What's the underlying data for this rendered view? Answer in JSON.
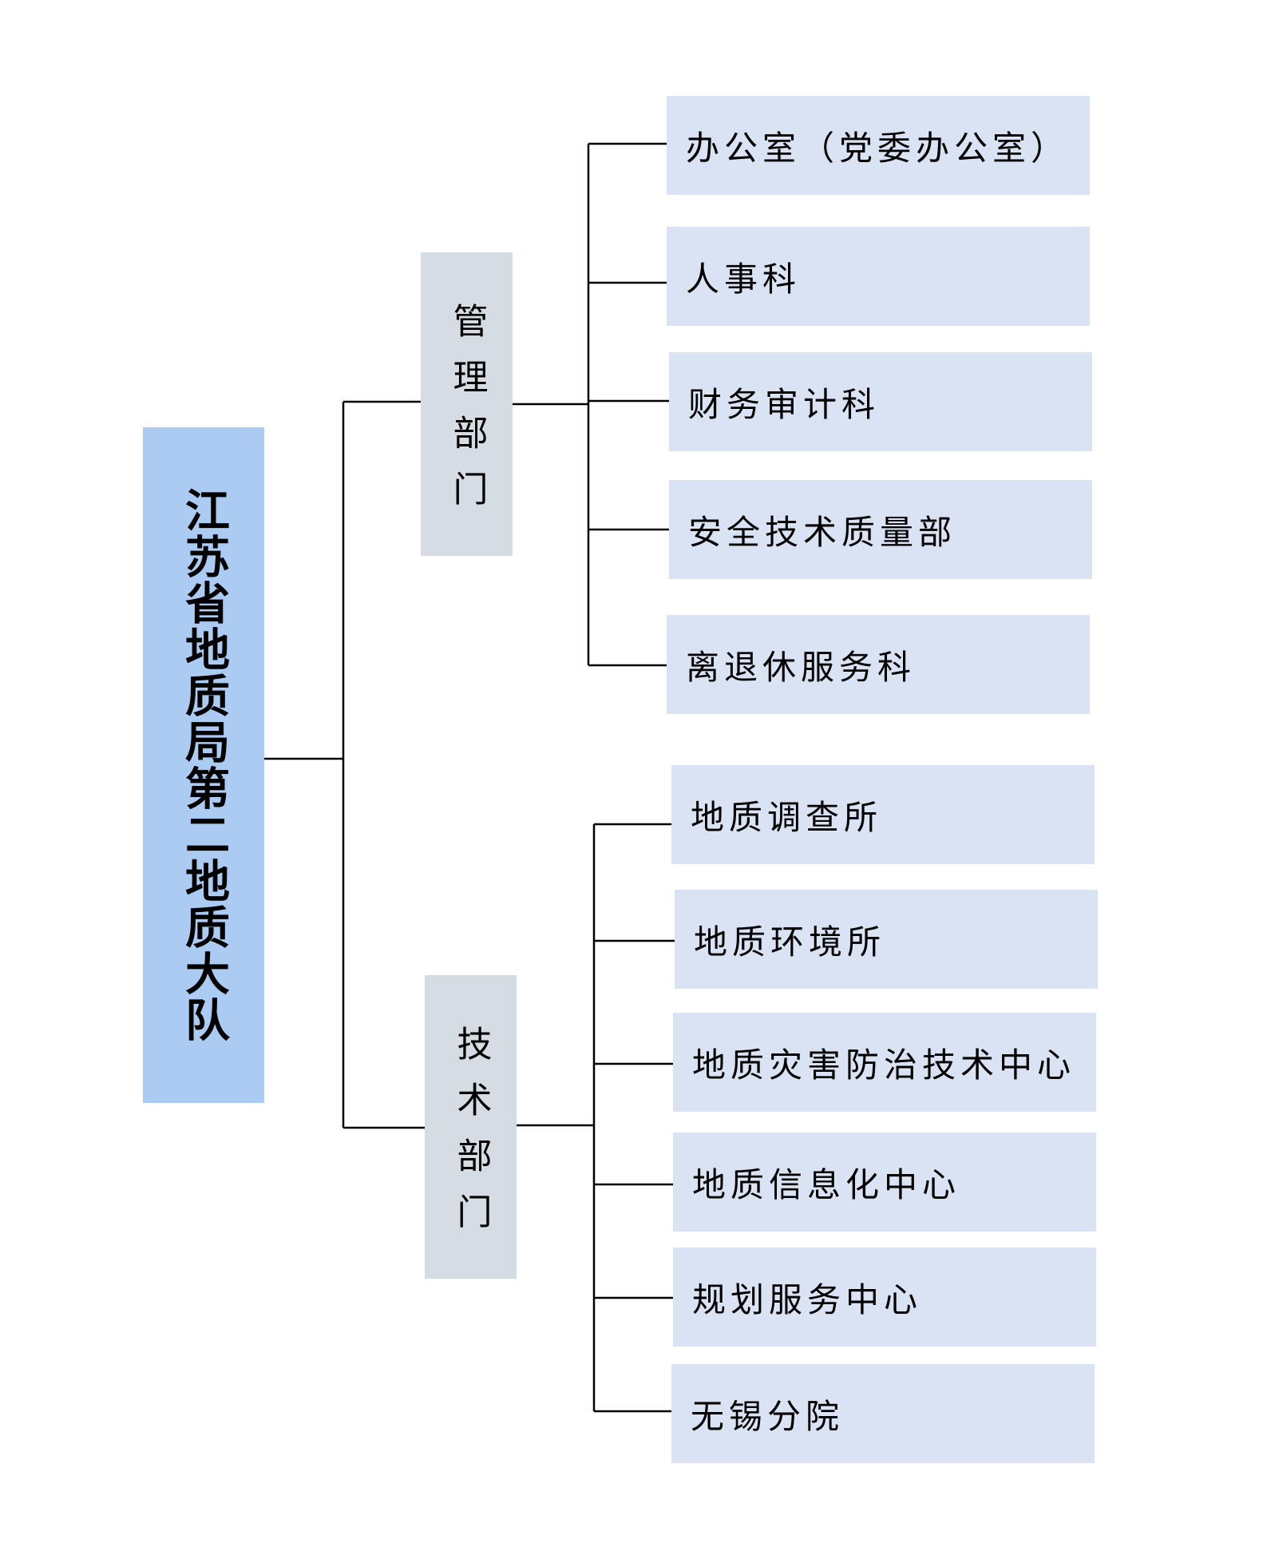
{
  "root": {
    "label": "江苏省地质局第二地质大队",
    "color": "#abcbf3"
  },
  "colors": {
    "dept": "#d6dce4",
    "unit": "#dae3f3",
    "line": "#000000"
  },
  "departments": [
    {
      "label": "管理部门",
      "units": [
        "办公室（党委办公室）",
        "人事科",
        "财务审计科",
        "安全技术质量部",
        "离退休服务科"
      ]
    },
    {
      "label": "技术部门",
      "units": [
        "地质调查所",
        "地质环境所",
        "地质灾害防治技术中心",
        "地质信息化中心",
        "规划服务中心",
        "无锡分院"
      ]
    }
  ]
}
